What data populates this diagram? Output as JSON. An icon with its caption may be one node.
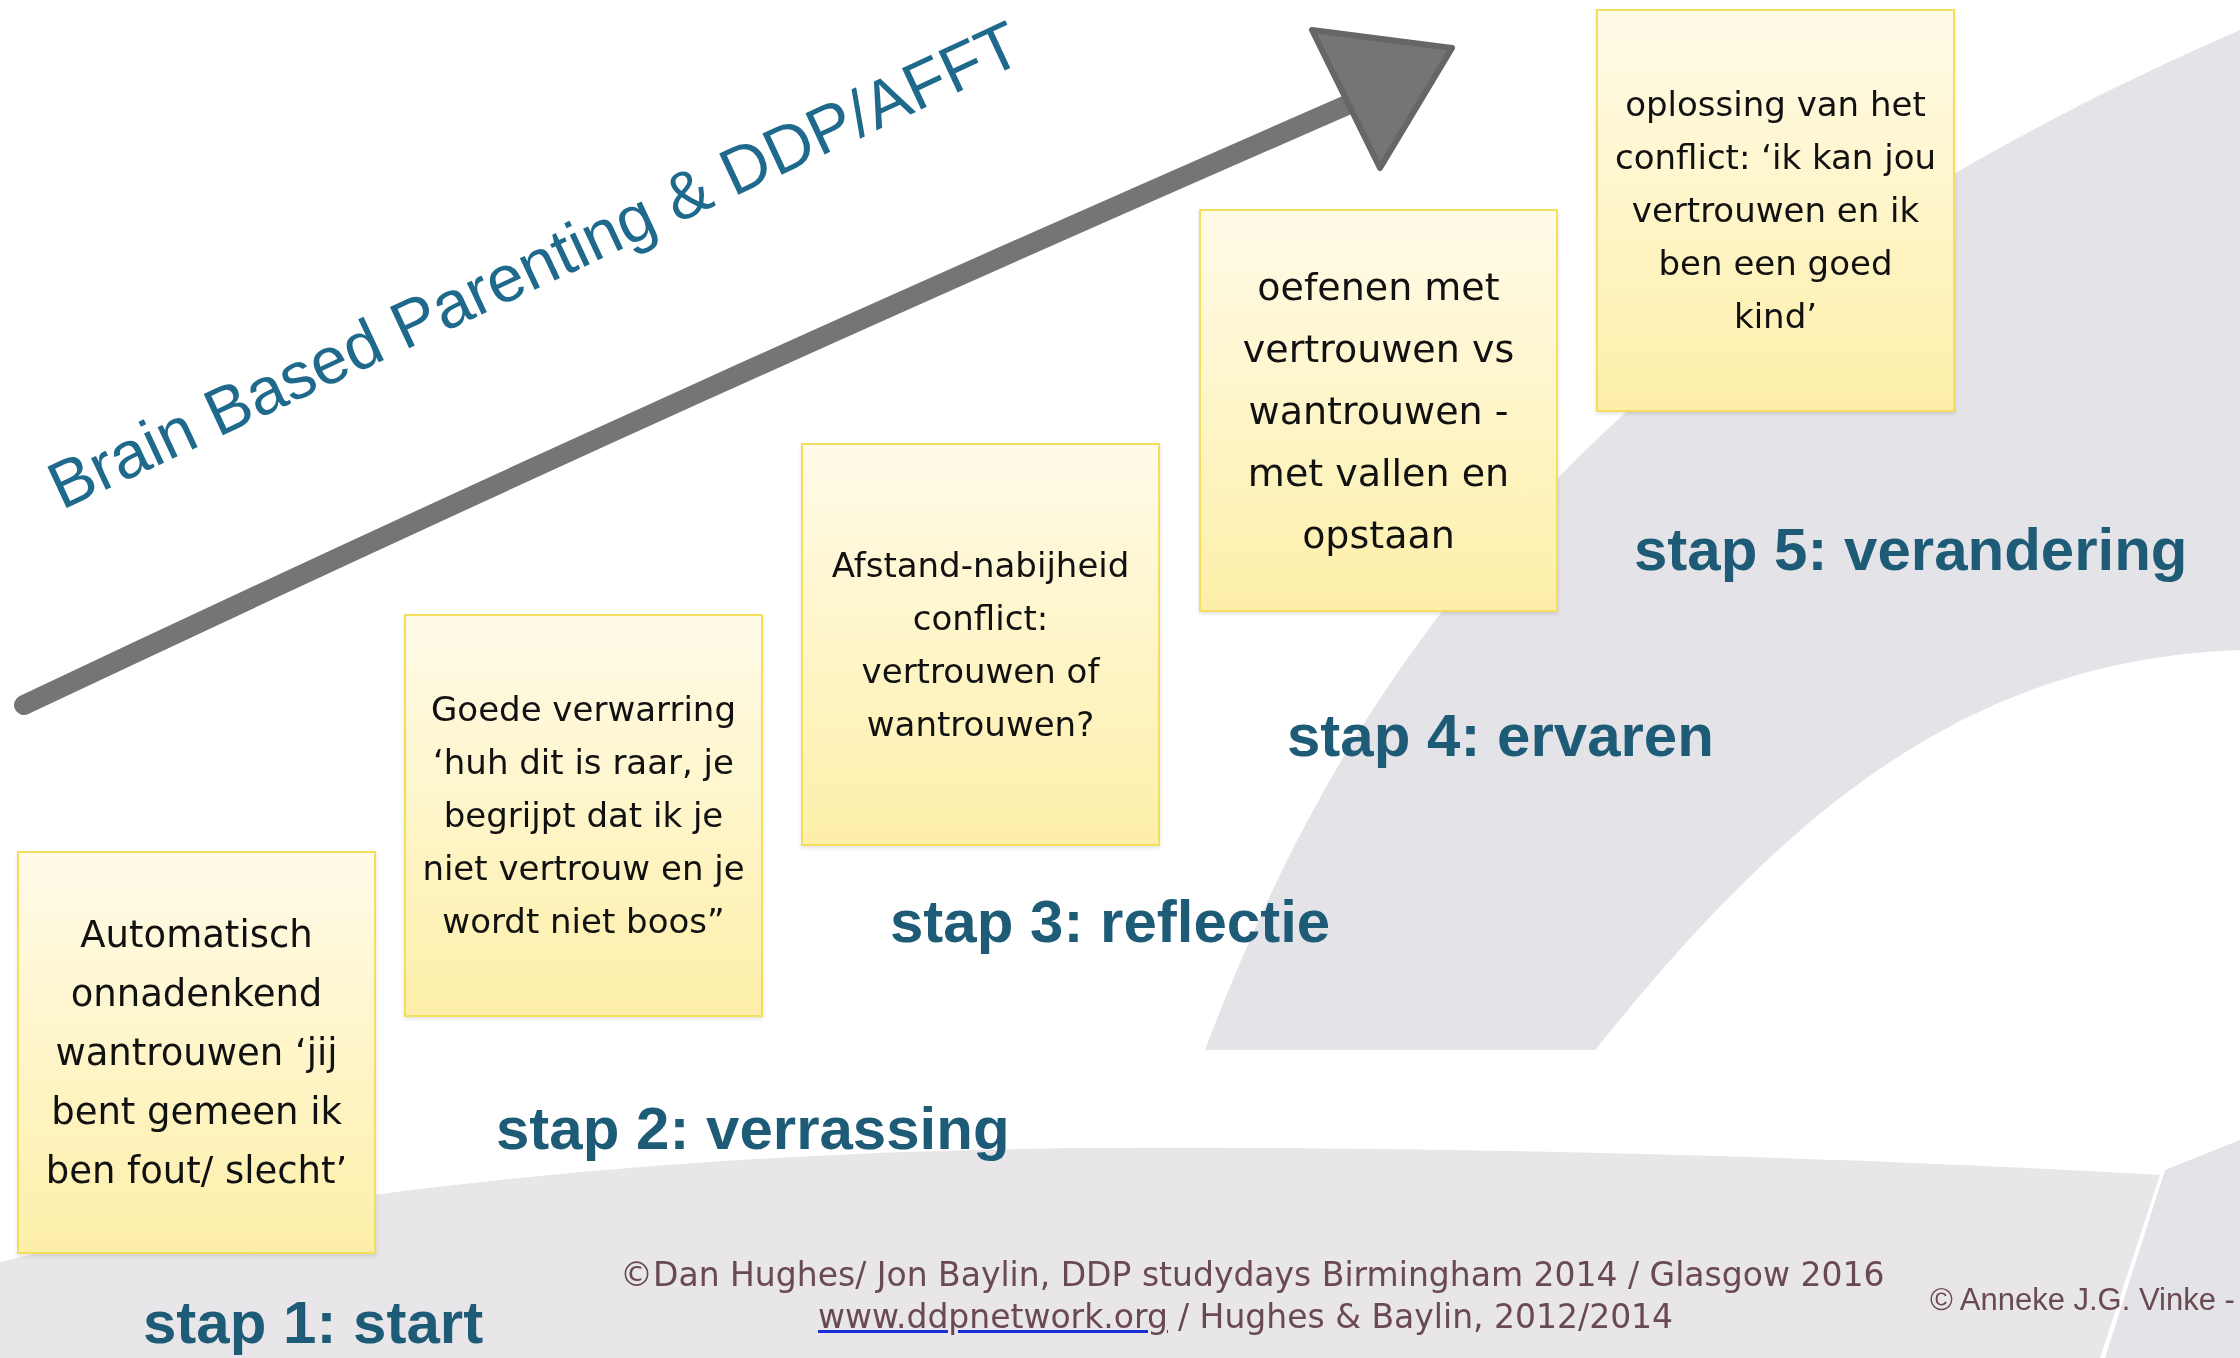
{
  "diagram": {
    "title": "Brain Based Parenting & DDP/AFFT",
    "nodes": [
      {
        "text": [
          "Automatisch onnadenkend wantrouwen ‘jij bent gemeen ik ben fout/ slecht’"
        ],
        "beside": [
          "stap 1: start"
        ]
      },
      {
        "text": [
          "Goede verwarring ‘huh dit is raar, je begrijpt dat ik je niet vertrouw en je wordt niet boos”"
        ],
        "beside": [
          "stap 2: verrassing"
        ]
      },
      {
        "text": [
          "Afstand-nabijheid conflict: vertrouwen of wantrouwen?"
        ],
        "beside": [
          "stap 3: reflectie"
        ]
      },
      {
        "text": [
          "oefenen met vertrouwen vs wantrouwen - met vallen en opstaan"
        ],
        "beside": [
          "stap 4: ervaren"
        ]
      },
      {
        "text": [
          "oplossing van het conflict: ‘ik kan jou vertrouwen en ik ben een goed kind’"
        ],
        "beside": [
          "stap 5: verandering"
        ]
      }
    ],
    "labels": [
      "©Dan Hughes/ Jon Baylin, DDP studydays Birmingham 2014 / Glasgow 2016",
      "www.ddpnetwork.org",
      "/ Hughes & Baylin, 2012/2014",
      "© Anneke J.G. Vinke -"
    ]
  }
}
